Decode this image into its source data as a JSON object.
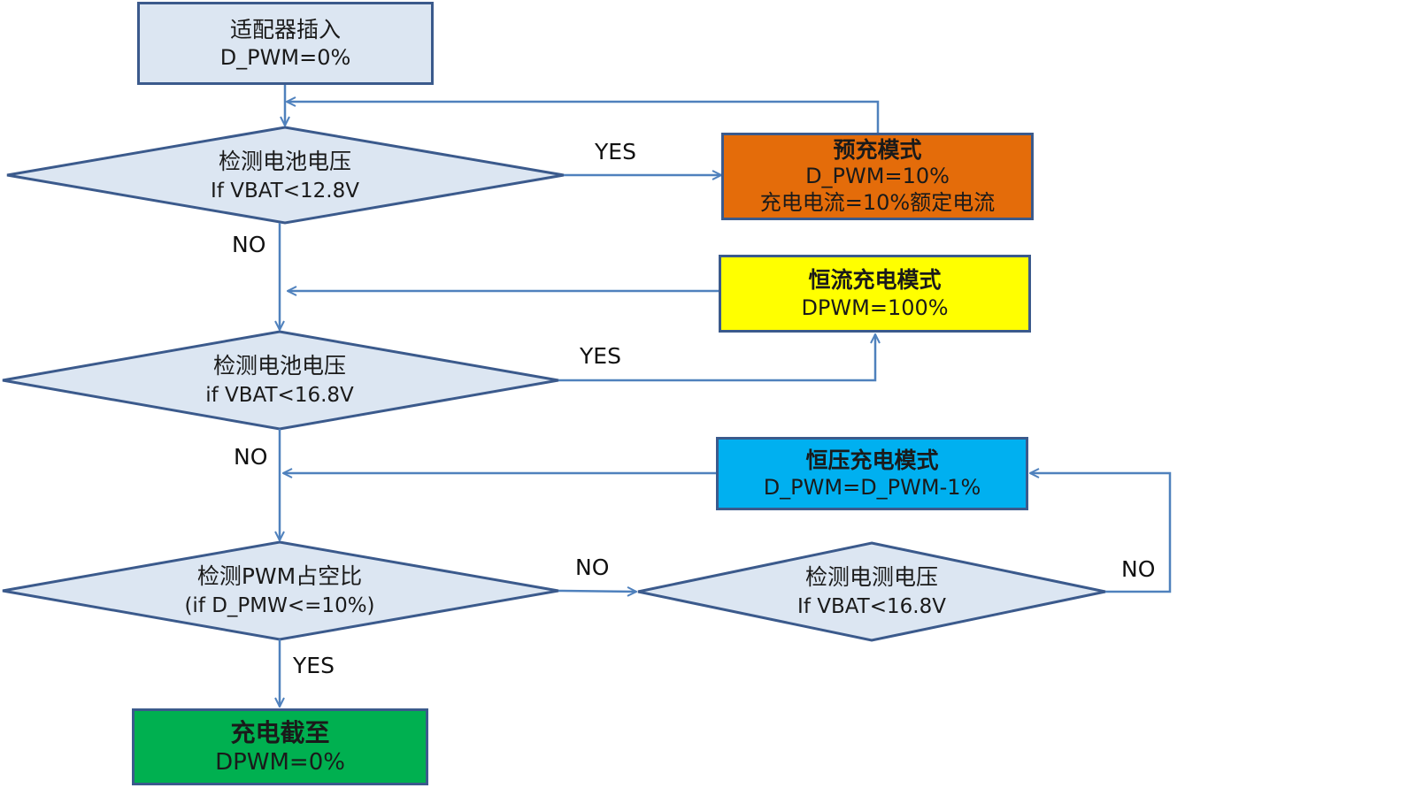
{
  "colors": {
    "node_fill": "#dce6f2",
    "node_border": "#3b5a8c",
    "arrow": "#4f81bd",
    "precharge_fill": "#e46c0a",
    "cc_fill": "#ffff00",
    "cv_fill": "#00b0f0",
    "cutoff_fill": "#00b050"
  },
  "nodes": {
    "start": {
      "line1": "适配器插入",
      "line2": "D_PWM=0%"
    },
    "check1": {
      "line1": "检测电池电压",
      "line2": "If VBAT<12.8V"
    },
    "precharge": {
      "line1": "预充模式",
      "line2": "D_PWM=10%",
      "line3": "充电电流=10%额定电流"
    },
    "cc_mode": {
      "line1": "恒流充电模式",
      "line2": "DPWM=100%"
    },
    "check2": {
      "line1": "检测电池电压",
      "line2": "if VBAT<16.8V"
    },
    "cv_mode": {
      "line1": "恒压充电模式",
      "line2": "D_PWM=D_PWM-1%"
    },
    "check3": {
      "line1": "检测PWM占空比",
      "line2": "(if D_PMW<=10%)"
    },
    "check4": {
      "line1": "检测电测电压",
      "line2": "If VBAT<16.8V"
    },
    "cutoff": {
      "line1": "充电截至",
      "line2": "DPWM=0%"
    }
  },
  "edge_labels": {
    "check1_yes": "YES",
    "check1_no": "NO",
    "check2_yes": "YES",
    "check2_no": "NO",
    "check3_no": "NO",
    "check3_yes": "YES",
    "check4_no": "NO"
  }
}
